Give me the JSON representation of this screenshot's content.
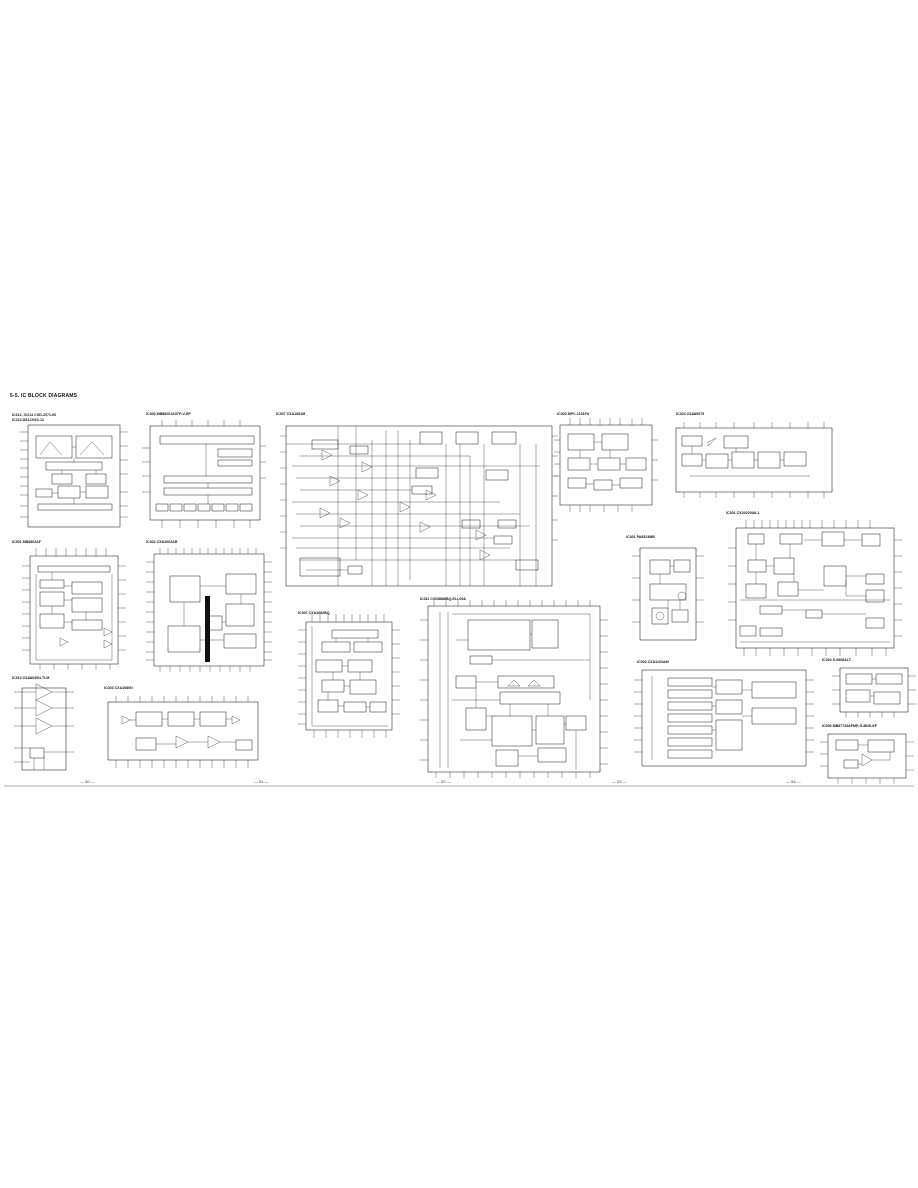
{
  "sheet": {
    "section_title": "5-5. IC BLOCK DIAGRAMS",
    "page_numbers": [
      "— 50 —",
      "— 51 —",
      "— 52 —",
      "— 53 —",
      "— 54 —"
    ]
  },
  "labels": {
    "ic_a": "IC212, IC214  CXD-2071-00",
    "ic_a2": "IC213  DS12XXS-12",
    "ic_b": "IC300  MB88201A3TP-V-EP",
    "ic_c": "IC307  CXA1081M",
    "ic_d": "IC300  MPC-1101FU",
    "ic_e": "IC304  CSA80075",
    "ic_f": "IC301  CX20220U8-1",
    "ic_g": "IC501  MB3802AF",
    "ic_h": "IC302  CXD2002AR",
    "ic_i": "IC301  PA8323MB",
    "ic_j": "IC307  CXA1082BQ",
    "ic_k": "IC311  CXD8888BQ-ELL09A",
    "ic_l": "IC310  CSA8030N-TLM",
    "ic_m": "IC303  CXA1080N",
    "ic_n": "IC302  CXA1103AM",
    "ic_o": "IC304  S-0808ALT",
    "ic_p": "IC306  MB87743AFMP-G-BNS-EF"
  }
}
